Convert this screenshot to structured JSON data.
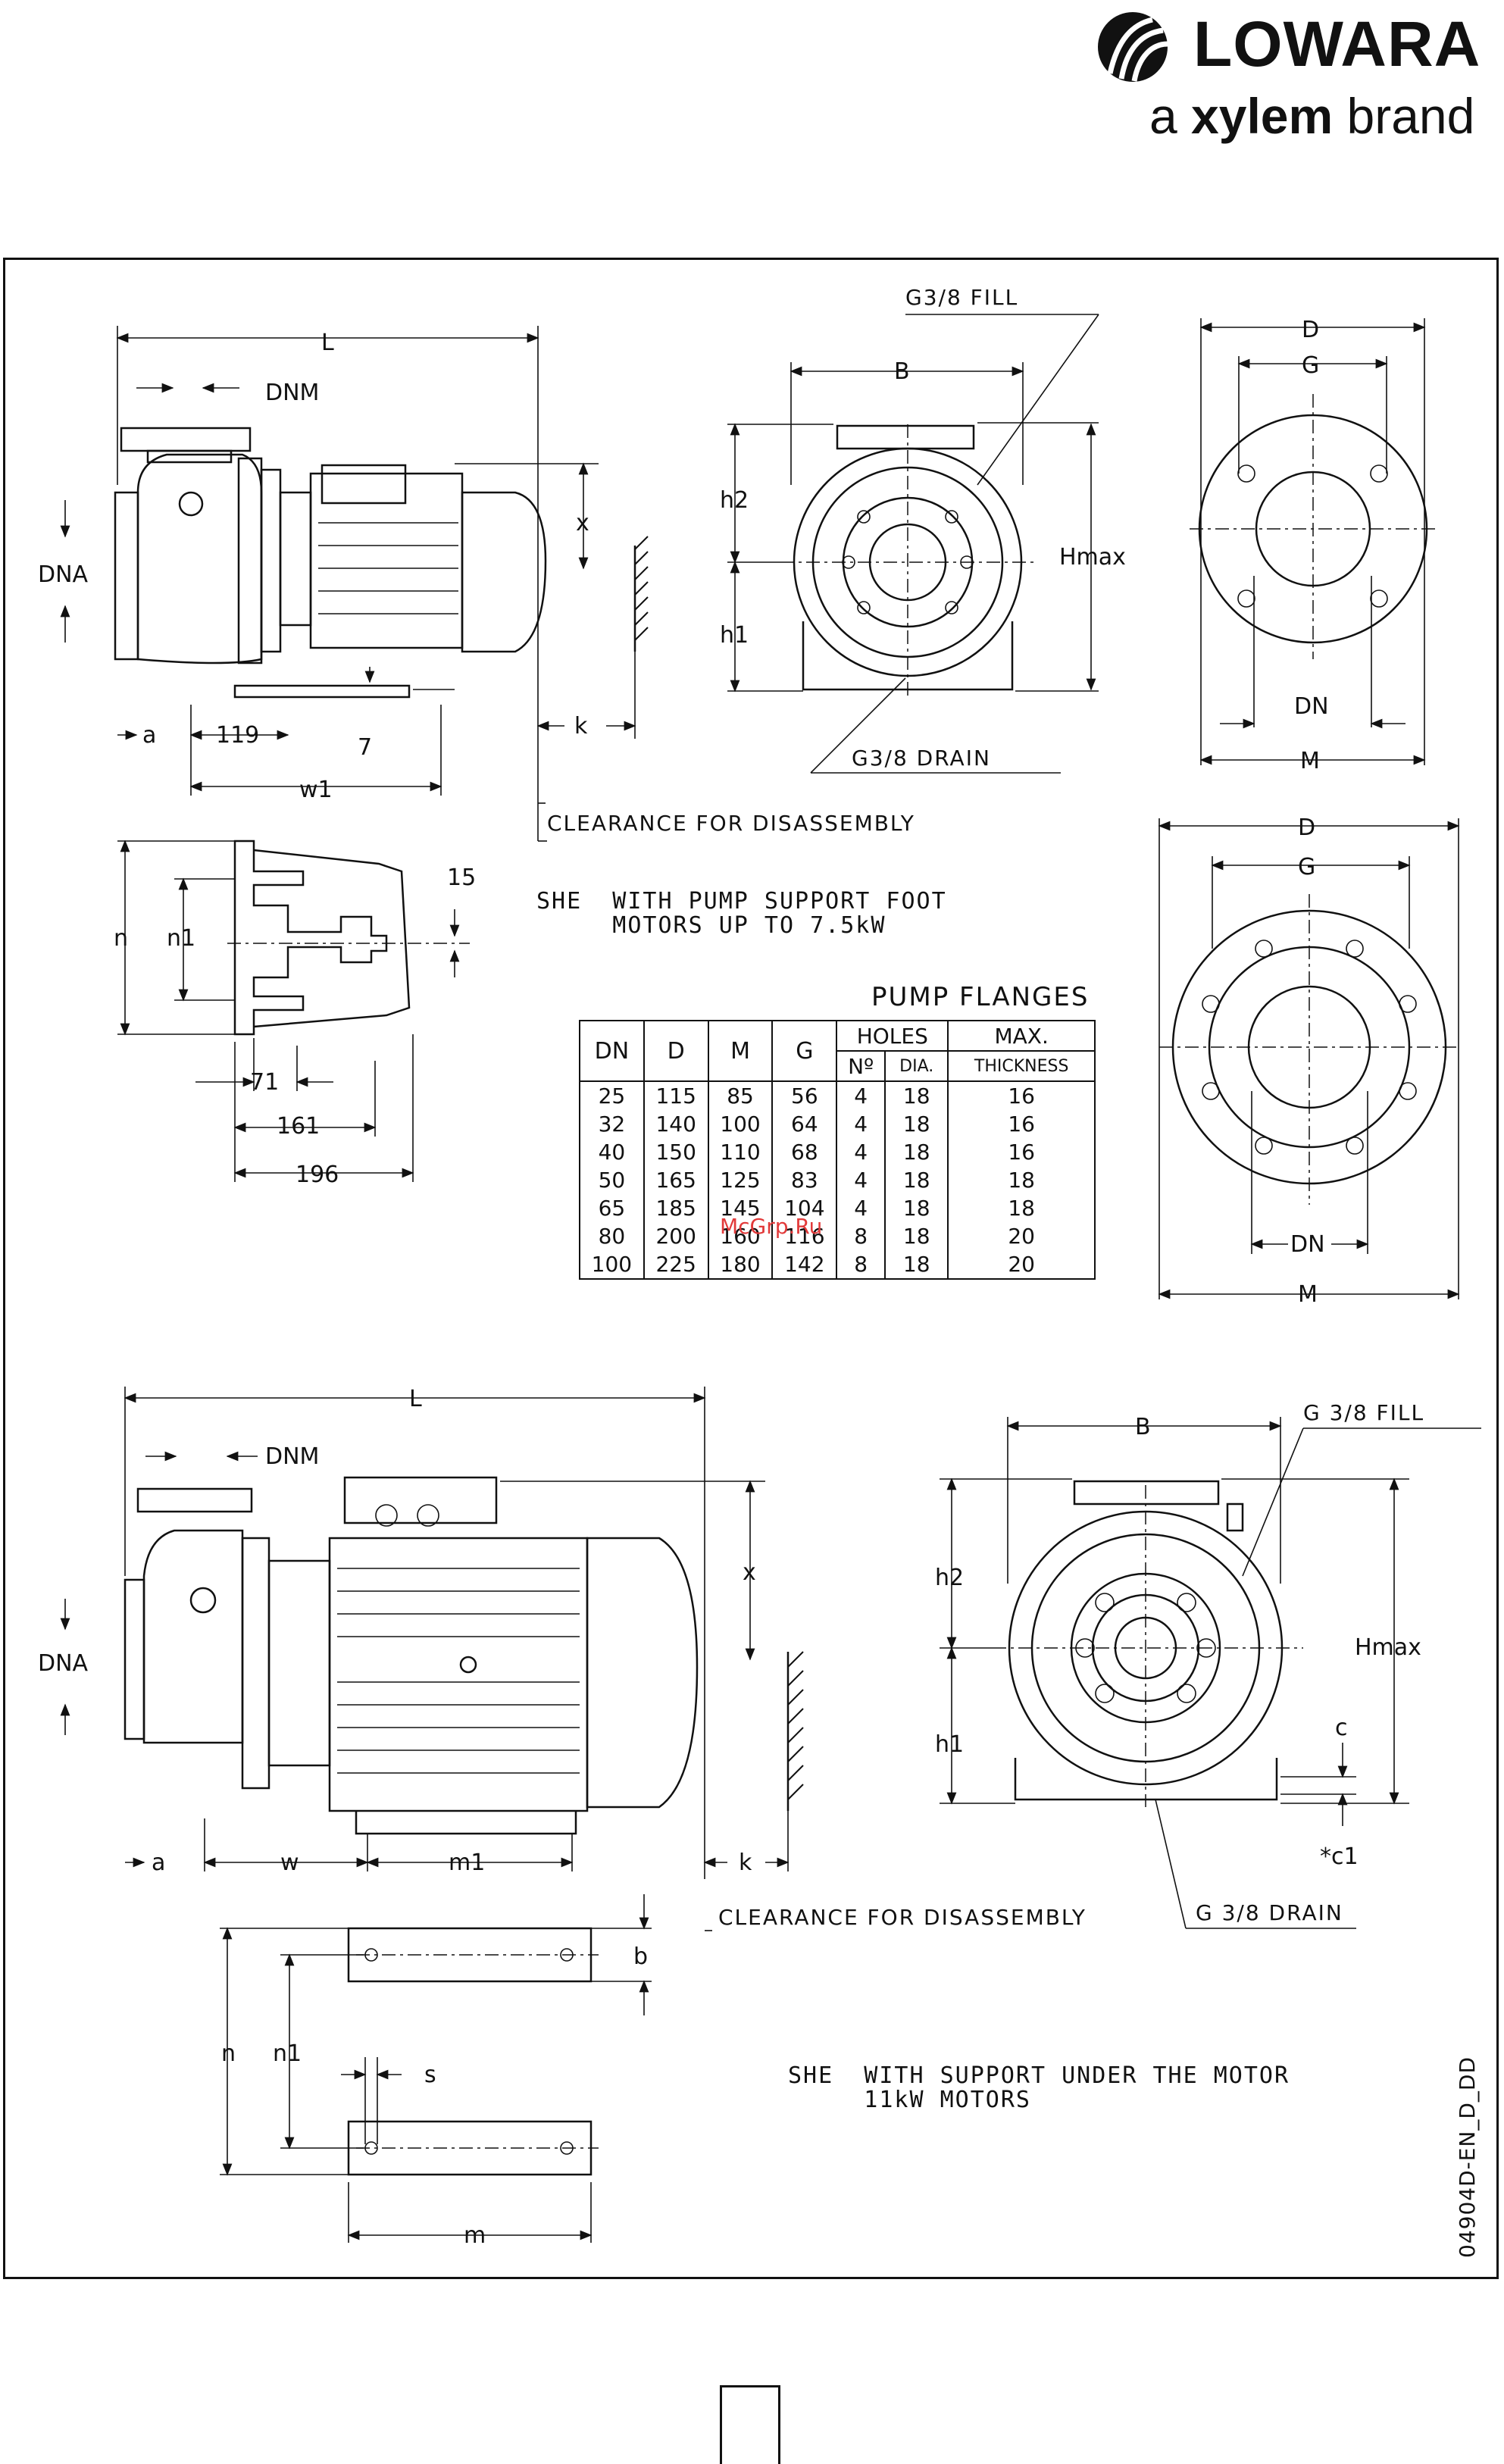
{
  "brand": {
    "name": "LOWARA",
    "tagline_pre": "a ",
    "tagline_bold": "xylem",
    "tagline_post": " brand"
  },
  "top_drawing": {
    "labels": {
      "L": "L",
      "DNM": "DNM",
      "DNA": "DNA",
      "x": "x",
      "a": "a",
      "d119": "119",
      "d7": "7",
      "w1": "w1",
      "k": "k",
      "clearance": "CLEARANCE FOR DISASSEMBLY",
      "fill": "G3/8  FILL",
      "B": "B",
      "h2": "h2",
      "h1": "h1",
      "Hmax": "Hmax",
      "drain": "G3/8  DRAIN",
      "D": "D",
      "G": "G",
      "DN": "DN",
      "M": "M"
    },
    "foot": {
      "n": "n",
      "n1": "n1",
      "d15": "15",
      "d71": "71",
      "d161": "161",
      "d196": "196"
    },
    "note_line1": "SHE  WITH PUMP SUPPORT FOOT",
    "note_line2": "     MOTORS UP TO 7.5kW"
  },
  "flanges_table": {
    "title": "PUMP FLANGES",
    "headers": {
      "dn": "DN",
      "d": "D",
      "m": "M",
      "g": "G",
      "holes": "HOLES",
      "max": "MAX.",
      "no": "Nº",
      "dia": "DIA.",
      "thickness": "THICKNESS"
    },
    "rows": [
      [
        "25",
        "115",
        "85",
        "56",
        "4",
        "18",
        "16"
      ],
      [
        "32",
        "140",
        "100",
        "64",
        "4",
        "18",
        "16"
      ],
      [
        "40",
        "150",
        "110",
        "68",
        "4",
        "18",
        "16"
      ],
      [
        "50",
        "165",
        "125",
        "83",
        "4",
        "18",
        "18"
      ],
      [
        "65",
        "185",
        "145",
        "104",
        "4",
        "18",
        "18"
      ],
      [
        "80",
        "200",
        "160",
        "116",
        "8",
        "18",
        "20"
      ],
      [
        "100",
        "225",
        "180",
        "142",
        "8",
        "18",
        "20"
      ]
    ]
  },
  "watermark": "McGrp.Ru",
  "bottom_drawing": {
    "labels": {
      "L": "L",
      "DNM": "DNM",
      "DNA": "DNA",
      "x": "x",
      "a": "a",
      "w": "w",
      "m1": "m1",
      "k": "k",
      "clearance": "CLEARANCE FOR DISASSEMBLY",
      "B": "B",
      "fill": "G 3/8 FILL",
      "h2": "h2",
      "h1": "h1",
      "Hmax": "Hmax",
      "c": "c",
      "c1": "*c1",
      "drain": "G 3/8 DRAIN",
      "b": "b",
      "n": "n",
      "n1": "n1",
      "s": "s",
      "m": "m"
    },
    "note_line1": "SHE  WITH SUPPORT UNDER THE MOTOR",
    "note_line2": "     11kW MOTORS"
  },
  "doc_code": "04904D-EN_D_DD"
}
